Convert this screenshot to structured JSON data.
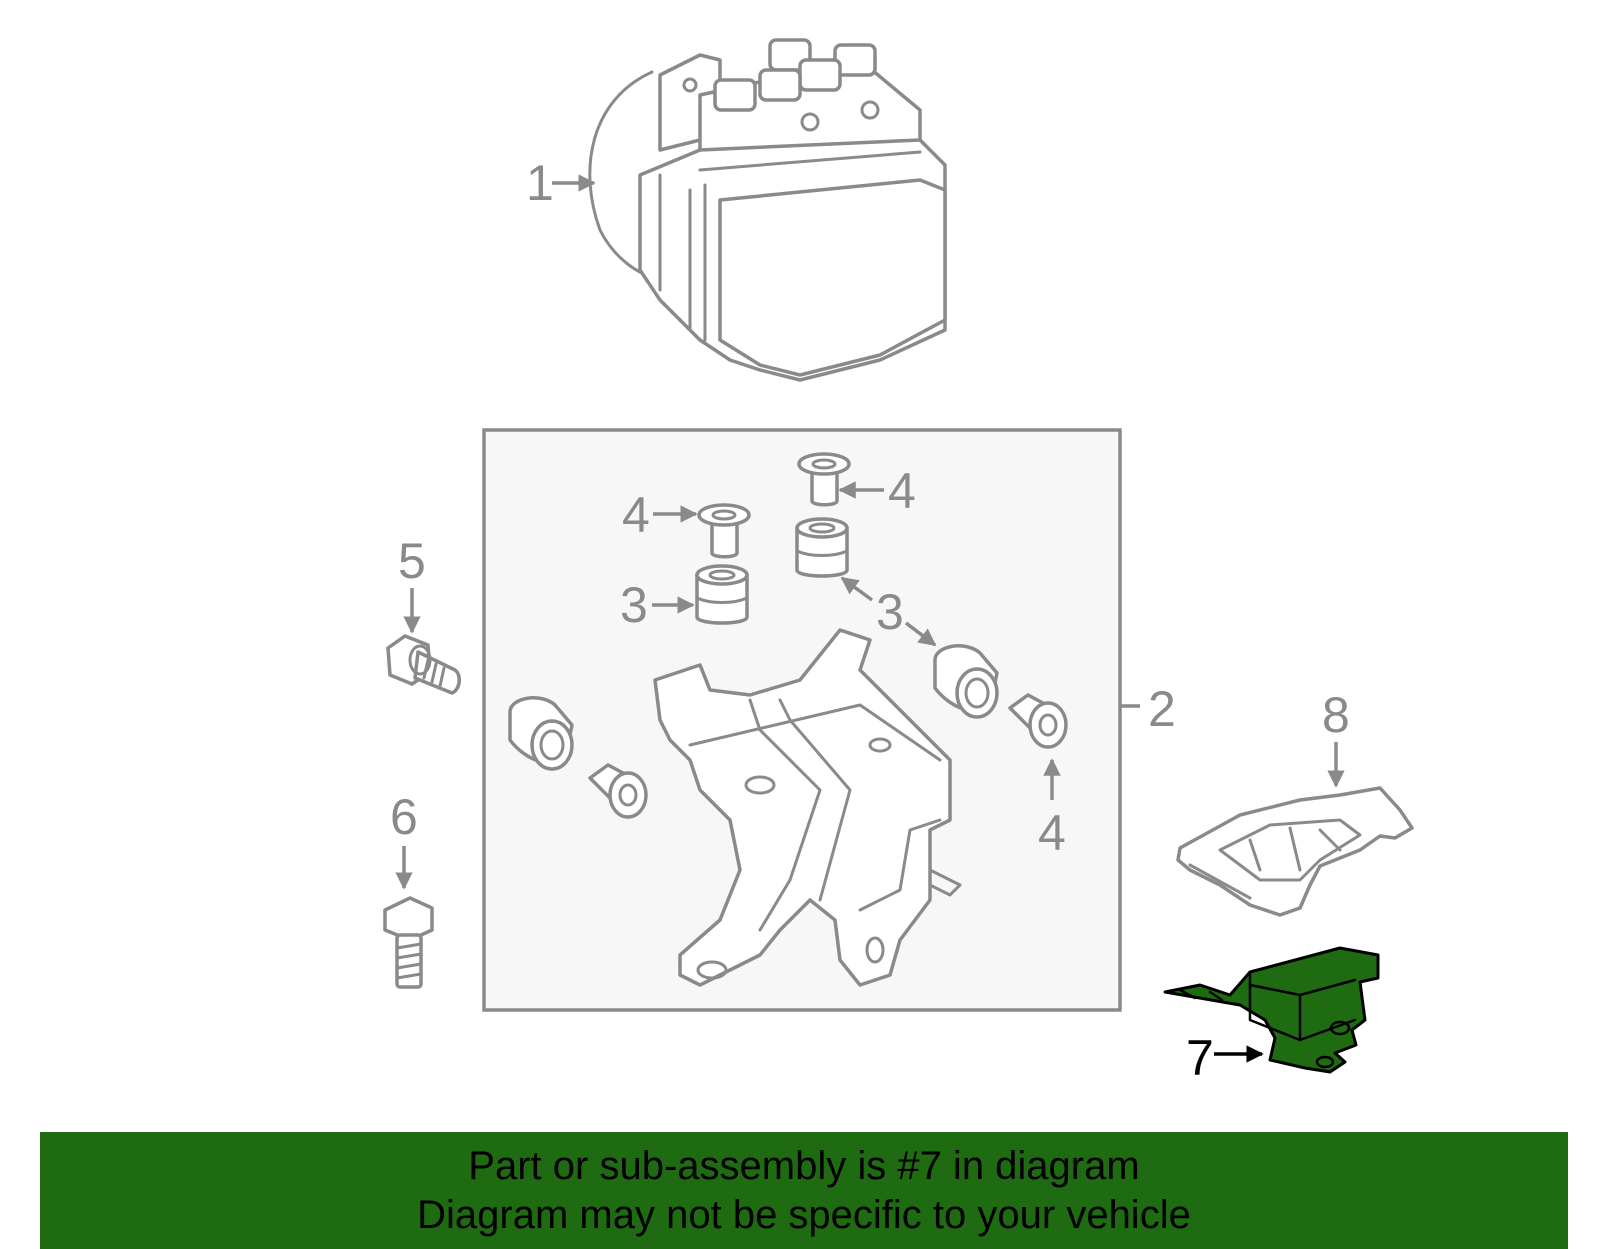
{
  "diagram": {
    "callouts": {
      "c1": "1",
      "c2": "2",
      "c3a": "3",
      "c3b": "3",
      "c4a": "4",
      "c4b": "4",
      "c4c": "4",
      "c5": "5",
      "c6": "6",
      "c7": "7",
      "c8": "8"
    },
    "highlight_color": "#1e6b12",
    "line_color": "#8a8a8a",
    "panel_color": "#f7f7f7"
  },
  "banner": {
    "line1": "Part or sub-assembly is #7 in diagram",
    "line2": "Diagram may not be specific to your vehicle",
    "background": "#1e6b12"
  }
}
